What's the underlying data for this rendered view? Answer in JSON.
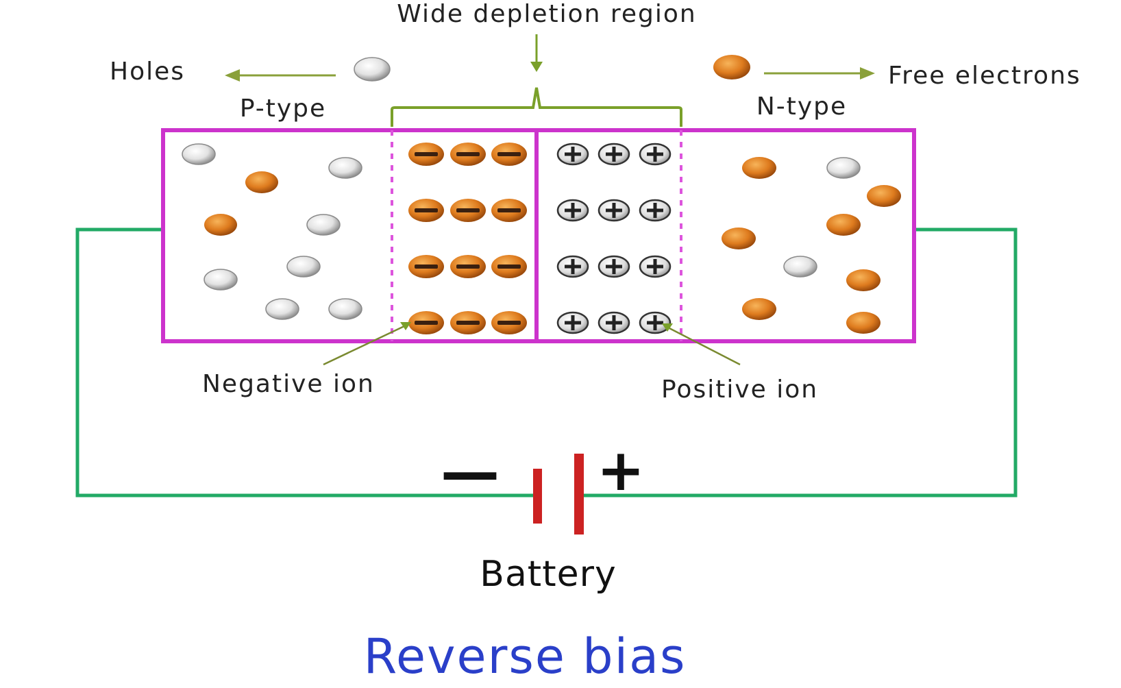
{
  "labels": {
    "wide_depletion": "Wide depletion region",
    "holes": "Holes",
    "free_electrons": "Free electrons",
    "p_type": "P-type",
    "n_type": "N-type",
    "negative_ion": "Negative ion",
    "positive_ion": "Positive ion",
    "battery": "Battery",
    "battery_minus": "—",
    "battery_plus": "+",
    "title": "Reverse bias"
  },
  "symbols": {
    "negative_ion": "−",
    "positive_ion": "+"
  },
  "colors": {
    "junction_border": "#cc33cc",
    "depletion_boundary": "#dd55dd",
    "wire": "#22aa66",
    "bracket": "#7aa02a",
    "battery_plate": "#cc2222",
    "hole": "#e4e4e4",
    "electron": "#d9731b",
    "title": "#2a3fc9"
  }
}
